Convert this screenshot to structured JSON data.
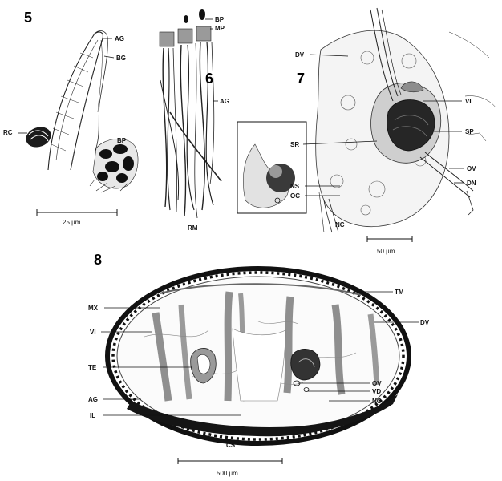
{
  "figure": {
    "panels": {
      "p5": {
        "number": "5",
        "labels": {
          "ag": "AG",
          "bg": "BG",
          "bp": "BP",
          "rc": "RC"
        },
        "scale": "25 µm"
      },
      "p6": {
        "number": "6",
        "labels": {
          "bp": "BP",
          "mp": "MP",
          "ag": "AG",
          "rm": "RM"
        }
      },
      "p7": {
        "number": "7",
        "labels": {
          "dv": "DV",
          "vi": "VI",
          "sp": "SP",
          "sr": "SR",
          "ov": "OV",
          "dn": "DN",
          "ns": "NS",
          "oc": "OC",
          "nc": "NC"
        },
        "scale": "50 µm"
      },
      "p8": {
        "number": "8",
        "labels": {
          "tm": "TM",
          "mx": "MX",
          "vi": "VI",
          "dv": "DV",
          "te": "TE",
          "ov": "OV",
          "vd": "VD",
          "ag": "AG",
          "nc": "NC",
          "il": "IL",
          "cs": "CS"
        },
        "scale": "500 µm"
      }
    }
  }
}
